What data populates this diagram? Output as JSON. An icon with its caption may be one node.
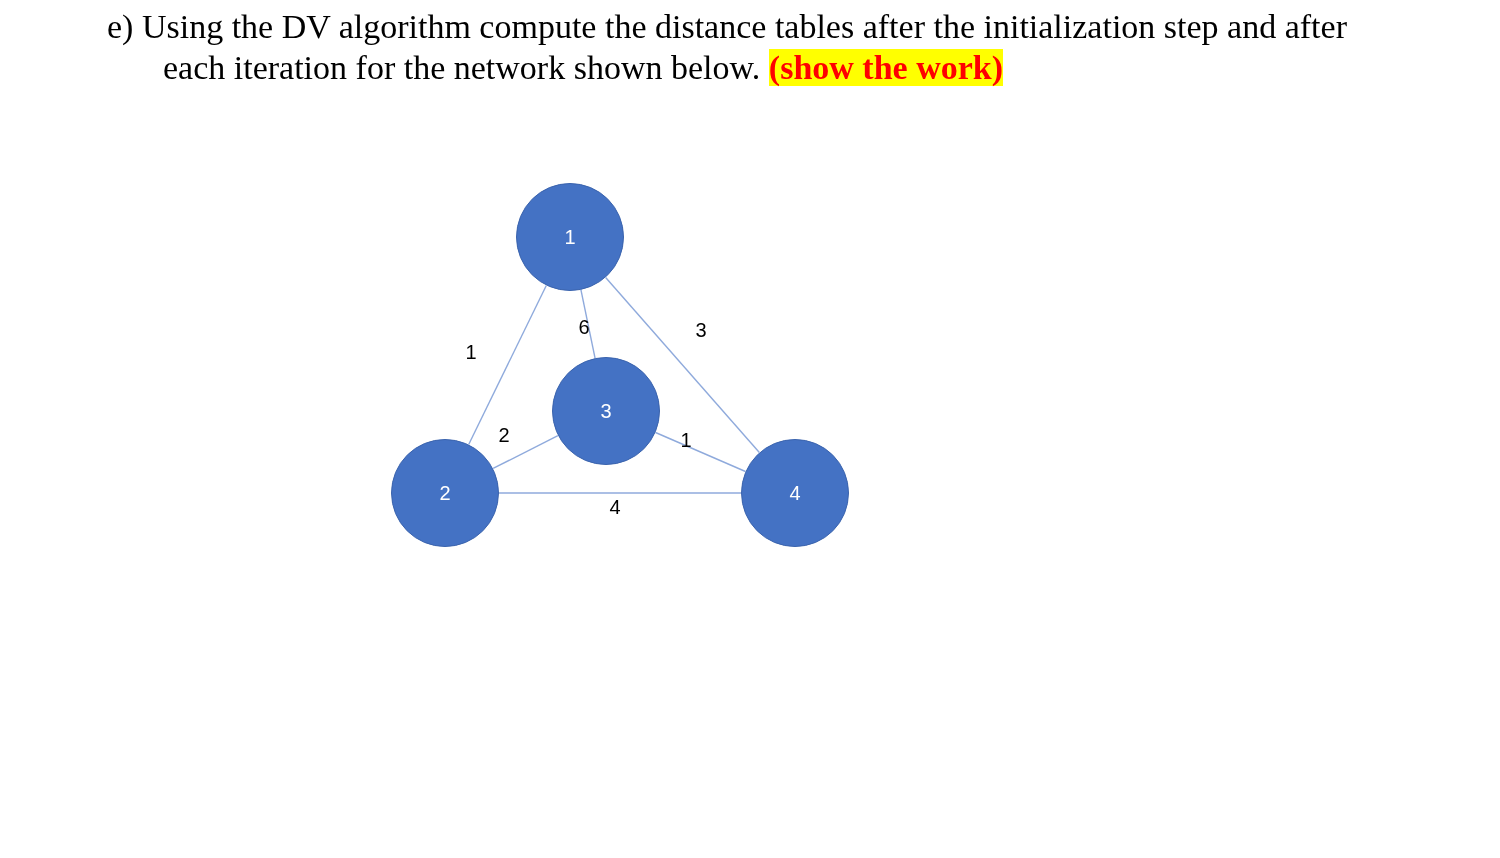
{
  "diagram": {
    "title": "e) Using the DV algorithm compute the distance tables after the initialization step and after each iteration for the network shown below. **(show the work)**",
    "nodes": [
      {
        "text": [
          "1"
        ]
      },
      {
        "text": [
          "2"
        ]
      },
      {
        "text": [
          "3"
        ]
      },
      {
        "text": [
          "4"
        ]
      }
    ],
    "edges": [
      {
        "from": 0,
        "to": 1,
        "arrow": "none",
        "label": "1"
      },
      {
        "from": 0,
        "to": 2,
        "arrow": "none",
        "label": "6"
      },
      {
        "from": 0,
        "to": 3,
        "arrow": "none",
        "label": "3"
      },
      {
        "from": 1,
        "to": 2,
        "arrow": "none",
        "label": "2"
      },
      {
        "from": 2,
        "to": 3,
        "arrow": "none",
        "label": "1"
      },
      {
        "from": 1,
        "to": 3,
        "arrow": "none",
        "label": "4"
      }
    ]
  }
}
